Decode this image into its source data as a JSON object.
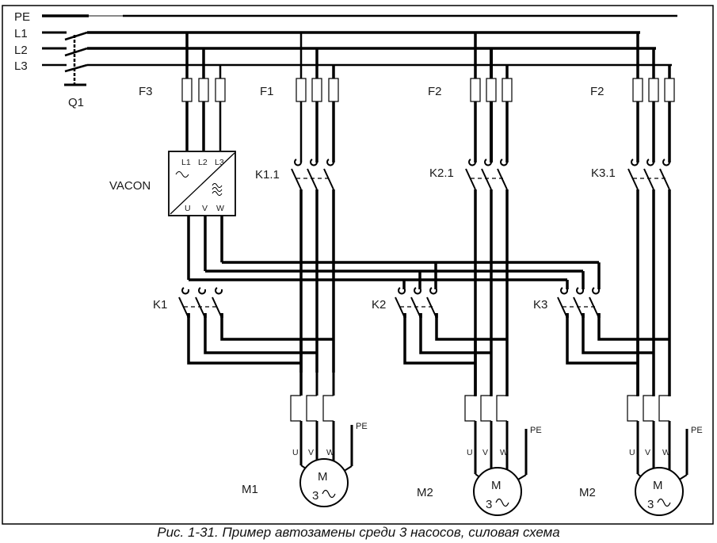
{
  "bus_labels": {
    "pe": "PE",
    "l1": "L1",
    "l2": "L2",
    "l3": "L3"
  },
  "main_switch": {
    "label": "Q1"
  },
  "fuses": [
    {
      "label": "F3"
    },
    {
      "label": "F1"
    },
    {
      "label": "F2"
    },
    {
      "label": "F2"
    }
  ],
  "converter": {
    "label": "VACON",
    "inputs": [
      "L1",
      "L2",
      "L3"
    ],
    "outputs": [
      "U",
      "V",
      "W"
    ],
    "input_symbol": "~",
    "output_symbol": "≈"
  },
  "direct_contactors": [
    {
      "label": "K1.1"
    },
    {
      "label": "K2.1"
    },
    {
      "label": "K3.1"
    }
  ],
  "vfd_contactors": [
    {
      "label": "K1"
    },
    {
      "label": "K2"
    },
    {
      "label": "K3"
    }
  ],
  "motors": [
    {
      "label": "M1",
      "symbol": "M",
      "phases": "3",
      "ac": "~",
      "terminals": [
        "U",
        "V",
        "W"
      ],
      "pe": "PE"
    },
    {
      "label": "M2",
      "symbol": "M",
      "phases": "3",
      "ac": "~",
      "terminals": [
        "U",
        "V",
        "W"
      ],
      "pe": "PE"
    },
    {
      "label": "M2",
      "symbol": "M",
      "phases": "3",
      "ac": "~",
      "terminals": [
        "U",
        "V",
        "W"
      ],
      "pe": "PE"
    }
  ],
  "caption": "Рис. 1-31. Пример автозамены среди 3 насосов, силовая схема"
}
